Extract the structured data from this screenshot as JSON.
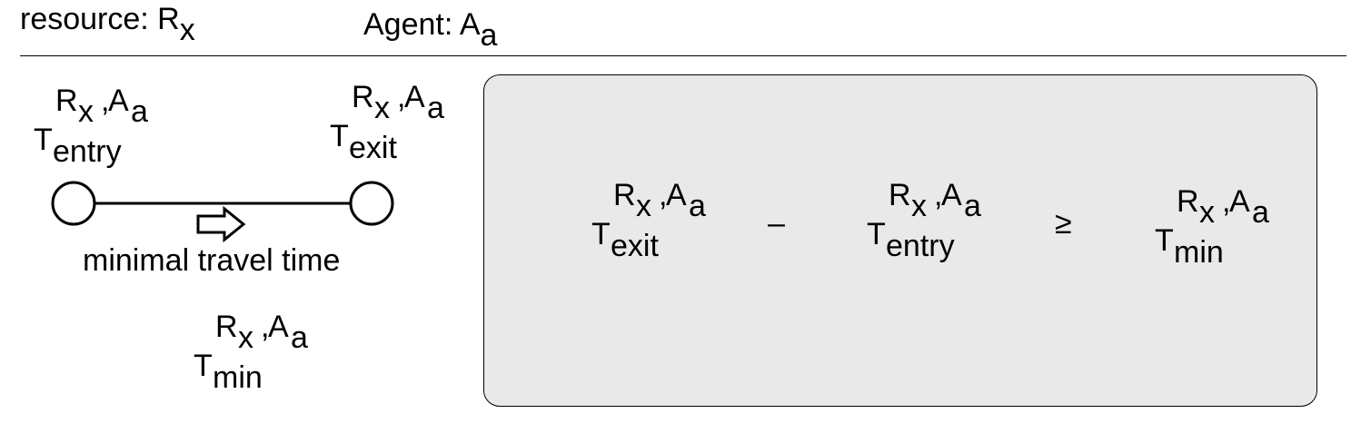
{
  "header": {
    "resource_label": "resource: R",
    "resource_sub": "x",
    "agent_label": "Agent: A",
    "agent_sub": "a"
  },
  "symbol": {
    "base": "T",
    "resource": "R",
    "resource_sub": "x",
    "comma": ",",
    "agent": "A",
    "agent_sub": "a",
    "entry": "entry",
    "exit": "exit",
    "min": "min"
  },
  "diagram": {
    "caption": "minimal travel time"
  },
  "constraint": {
    "minus": "–",
    "geq": "≥"
  }
}
